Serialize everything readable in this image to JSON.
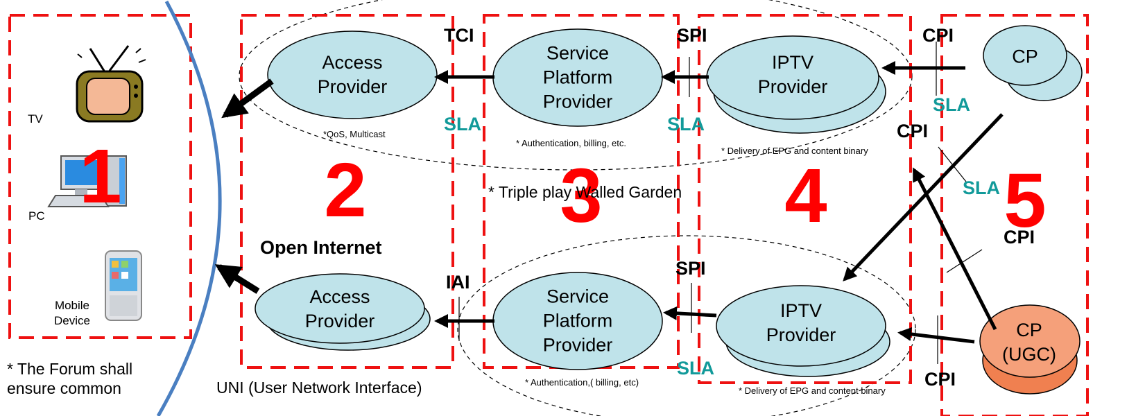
{
  "colors": {
    "zone_border": "#ee1111",
    "node_fill": "#bfe3ea",
    "cp_ugc_fill": "#f5a07a",
    "ugc_fill": "#f08050",
    "sla_text": "#129a9a",
    "arc": "#4a7fc1",
    "zone_number": "#ff0000"
  },
  "zones": {
    "zone1": {
      "number": "1"
    },
    "zone2": {
      "number": "2"
    },
    "zone3": {
      "number": "3"
    },
    "zone4": {
      "number": "4"
    },
    "zone5": {
      "number": "5"
    }
  },
  "devices": {
    "tv": {
      "label": "TV",
      "icon": "tv-icon"
    },
    "pc": {
      "label": "PC",
      "icon": "pc-icon"
    },
    "mobile": {
      "label": "Mobile\nDevice",
      "icon": "mobile-phone-icon"
    }
  },
  "nodes": {
    "access_top": "Access\nProvider",
    "spp_top": "Service\nPlatform\nProvider",
    "iptv_top": "IPTV\nProvider",
    "cp_top": "CP",
    "access_bottom": "Access\nProvider",
    "spp_bottom": "Service\nPlatform\nProvider",
    "iptv_bottom": "IPTV\nProvider",
    "cp_ugc": "CP\n(UGC)"
  },
  "interfaces": {
    "tci": "TCI",
    "spi_top": "SPI",
    "cpi_top": "CPI",
    "cpi_mid1": "CPI",
    "cpi_mid2": "CPI",
    "iai": "IAI",
    "spi_bottom": "SPI",
    "cpi_bottom": "CPI"
  },
  "sla": {
    "access_top": "SLA",
    "spp_top": "SLA",
    "cp_top": "SLA",
    "mid": "SLA",
    "spp_bottom": "SLA"
  },
  "notes": {
    "qos": "*QoS, Multicast",
    "auth_top": "* Authentication, billing, etc.",
    "delivery_top": "* Delivery of EPG and content binary",
    "walled_garden": "* Triple play Walled Garden",
    "open_internet": "Open Internet",
    "forum": "* The Forum shall\nensure common",
    "uni": "UNI (User Network Interface)",
    "auth_bottom": "* Authentication,( billing, etc)",
    "delivery_bottom": "* Delivery of EPG and content binary"
  }
}
